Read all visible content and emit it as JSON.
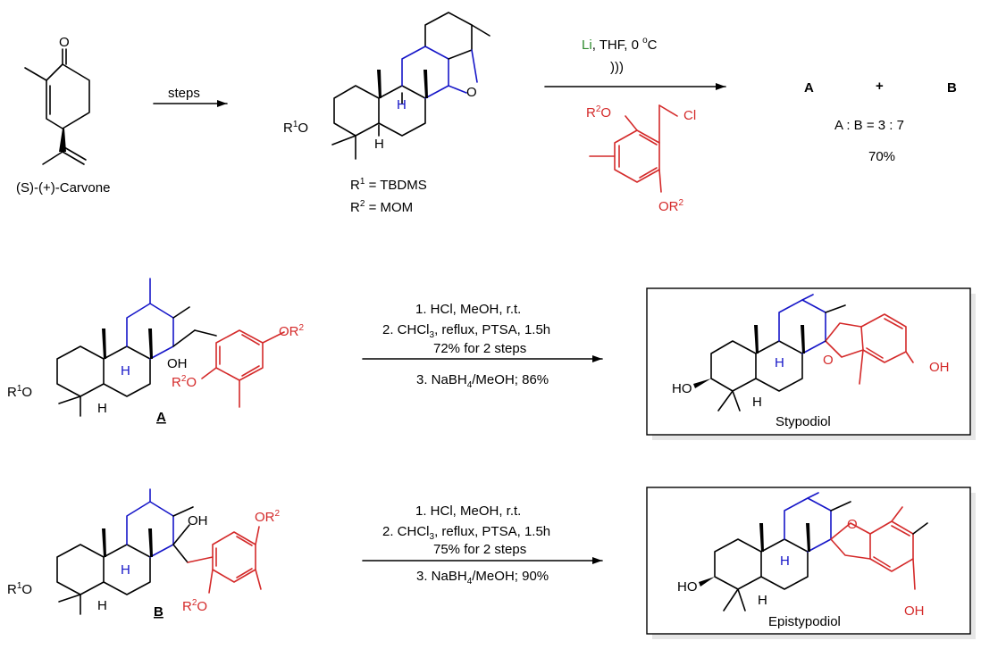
{
  "scheme": {
    "carvone": {
      "name": "(S)-(+)-Carvone",
      "o": "O"
    },
    "step1": {
      "label": "steps"
    },
    "ketone": {
      "r1o": "R",
      "r1o_sup": "1",
      "r1o_tail": "O",
      "h1": "H",
      "h2": "H",
      "o": "O",
      "r1_def": "R",
      "r1_def_sup": "1",
      "r1_def_tail": " = TBDMS",
      "r2_def": "R",
      "r2_def_sup": "2",
      "r2_def_tail": " = MOM"
    },
    "reagents1": {
      "li": "Li",
      "rest": ", THF, 0 ",
      "deg": "o",
      "c": "C",
      "sono": ")))",
      "r2o": "R",
      "r2o_sup": "2",
      "r2o_tail": "O",
      "cl": "Cl",
      "or2": "OR",
      "or2_sup": "2"
    },
    "products1": {
      "a": "A",
      "plus": "+",
      "b": "B",
      "ratio": "A : B = 3 : 7",
      "yield": "70%"
    },
    "rowA": {
      "r1o": "R",
      "r1o_sup": "1",
      "r1o_tail": "O",
      "oh": "OH",
      "h1": "H",
      "h2": "H",
      "r2o": "R",
      "r2o_sup": "2",
      "r2o_tail": "O",
      "or2": "OR",
      "or2_sup": "2",
      "label": "A",
      "cond1": "1. HCl, MeOH, r.t.",
      "cond2a": "2. CHCl",
      "cond2_sub": "3",
      "cond2b": ", reflux, PTSA, 1.5h",
      "cond3": "72% for 2 steps",
      "cond4a": "3. NaBH",
      "cond4_sub": "4",
      "cond4b": "/MeOH; 86%",
      "product": "Stypodiol",
      "p_ho": "HO",
      "p_h1": "H",
      "p_h2": "H",
      "p_o": "O",
      "p_oh": "OH"
    },
    "rowB": {
      "r1o": "R",
      "r1o_sup": "1",
      "r1o_tail": "O",
      "oh": "OH",
      "h1": "H",
      "h2": "H",
      "r2o": "R",
      "r2o_sup": "2",
      "r2o_tail": "O",
      "or2": "OR",
      "or2_sup": "2",
      "label": "B",
      "cond1": "1. HCl, MeOH, r.t.",
      "cond2a": "2. CHCl",
      "cond2_sub": "3",
      "cond2b": ", reflux, PTSA, 1.5h",
      "cond3": "75% for 2 steps",
      "cond4a": "3. NaBH",
      "cond4_sub": "4",
      "cond4b": "/MeOH; 90%",
      "product": "Epistypodiol",
      "p_ho": "HO",
      "p_h1": "H",
      "p_h2": "H",
      "p_o": "O",
      "p_oh": "OH"
    }
  },
  "colors": {
    "blue": "#1616c8",
    "red": "#d42a2a",
    "green": "#2e8b2e"
  }
}
